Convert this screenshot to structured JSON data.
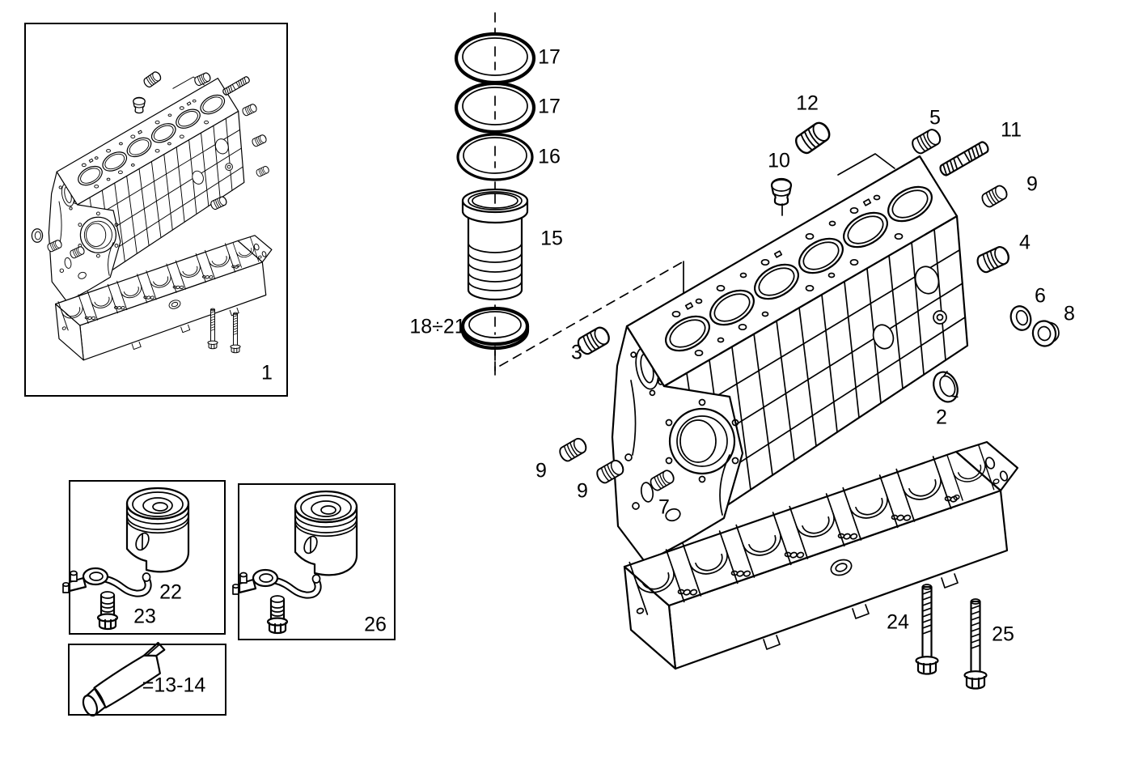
{
  "figure": {
    "kind": "exploded parts diagram",
    "background_color": "#ffffff",
    "line_color": "#000000"
  },
  "callouts": [
    {
      "label": "1"
    },
    {
      "label": "17"
    },
    {
      "label": "17"
    },
    {
      "label": "16"
    },
    {
      "label": "15"
    },
    {
      "label": "18÷21"
    },
    {
      "label": "3"
    },
    {
      "label": "12"
    },
    {
      "label": "5"
    },
    {
      "label": "11"
    },
    {
      "label": "10"
    },
    {
      "label": "9"
    },
    {
      "label": "4"
    },
    {
      "label": "6"
    },
    {
      "label": "8"
    },
    {
      "label": "2"
    },
    {
      "label": "9"
    },
    {
      "label": "9"
    },
    {
      "label": "7"
    },
    {
      "label": "24"
    },
    {
      "label": "25"
    },
    {
      "label": "22"
    },
    {
      "label": "23"
    },
    {
      "label": "26"
    },
    {
      "label": "=13-14"
    }
  ]
}
